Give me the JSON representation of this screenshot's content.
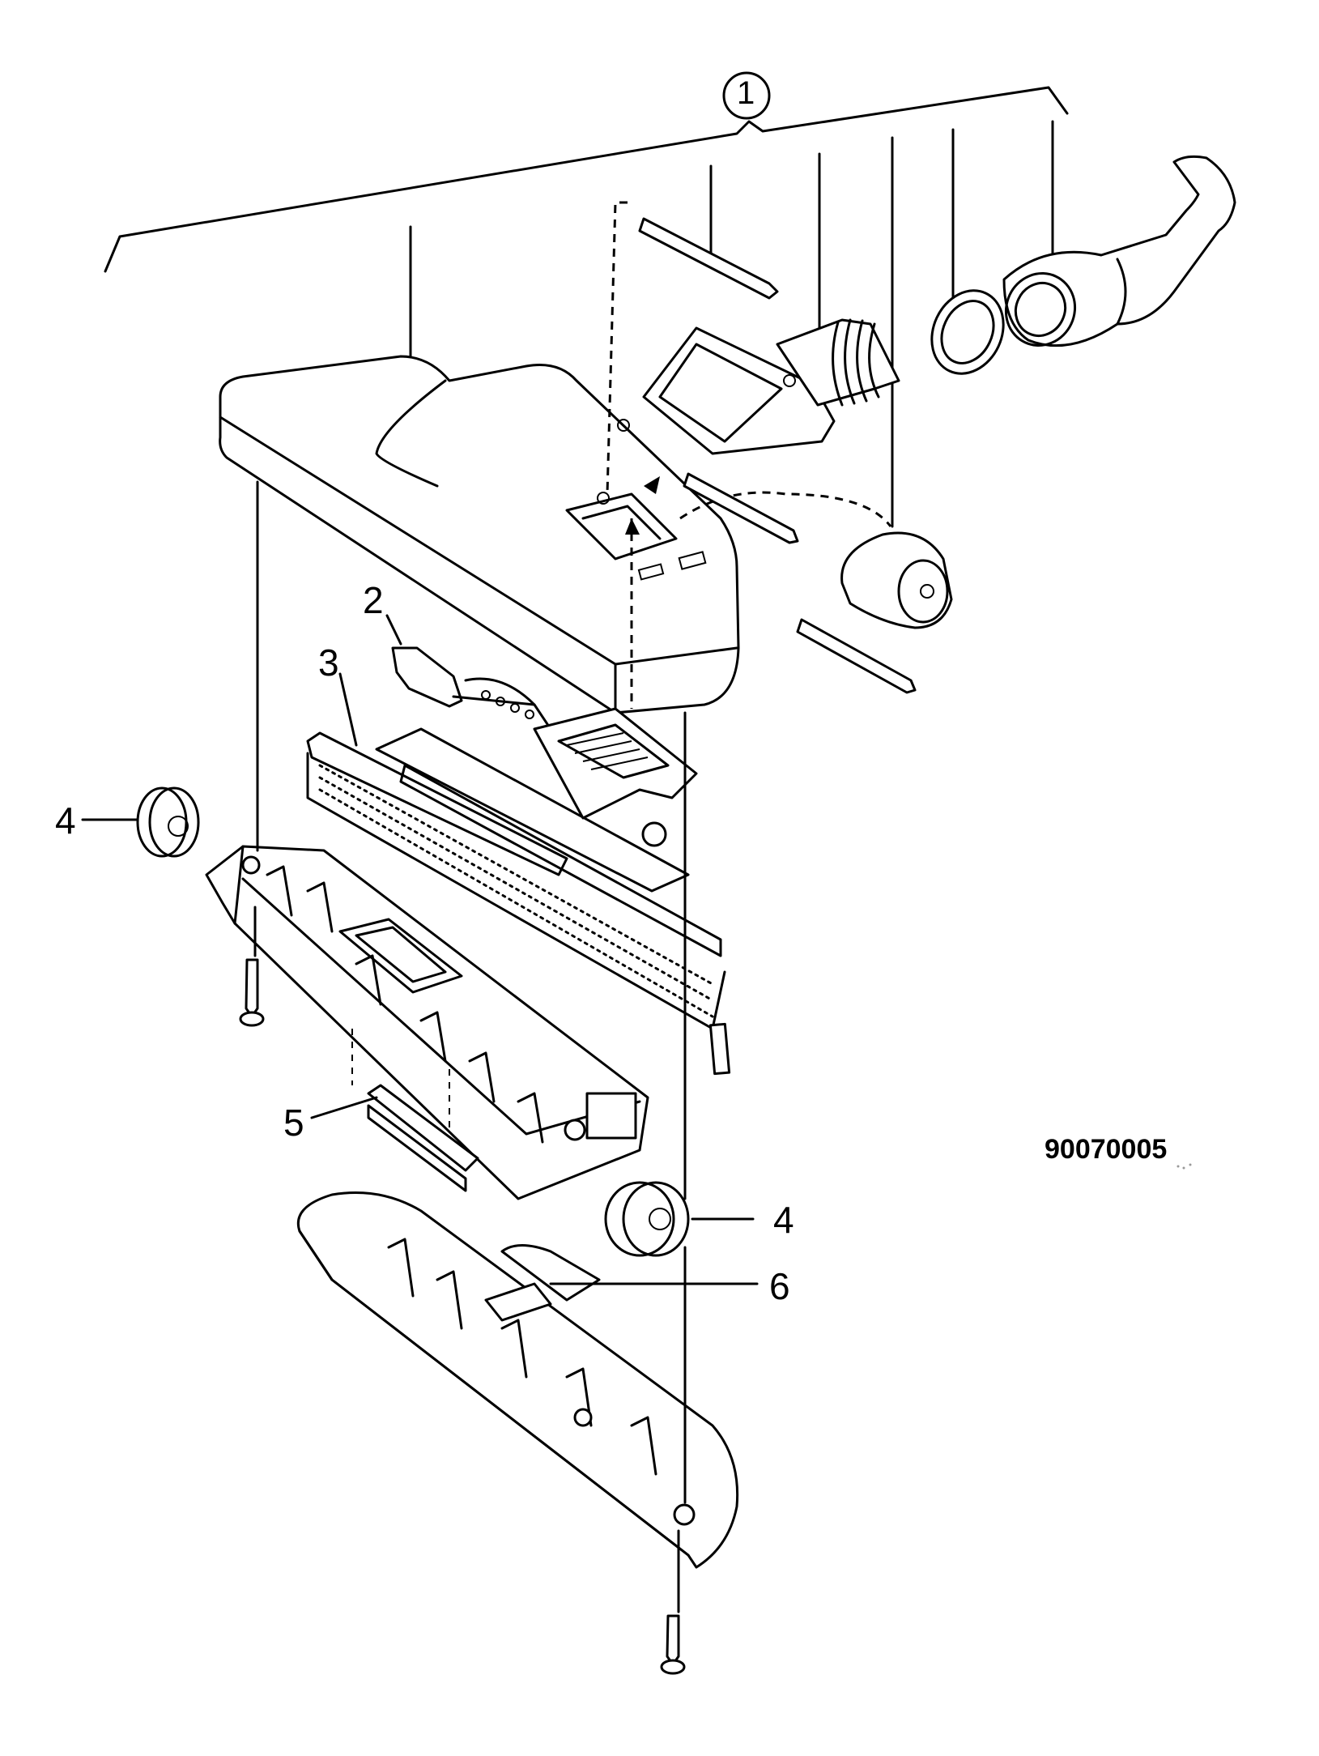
{
  "drawing": {
    "document_number": "90070005",
    "assembly_label": "1",
    "callouts": [
      {
        "id": "part-2",
        "label": "2"
      },
      {
        "id": "part-3",
        "label": "3"
      },
      {
        "id": "part-4-left",
        "label": "4"
      },
      {
        "id": "part-4-right",
        "label": "4"
      },
      {
        "id": "part-5",
        "label": "5"
      },
      {
        "id": "part-6",
        "label": "6"
      }
    ]
  }
}
